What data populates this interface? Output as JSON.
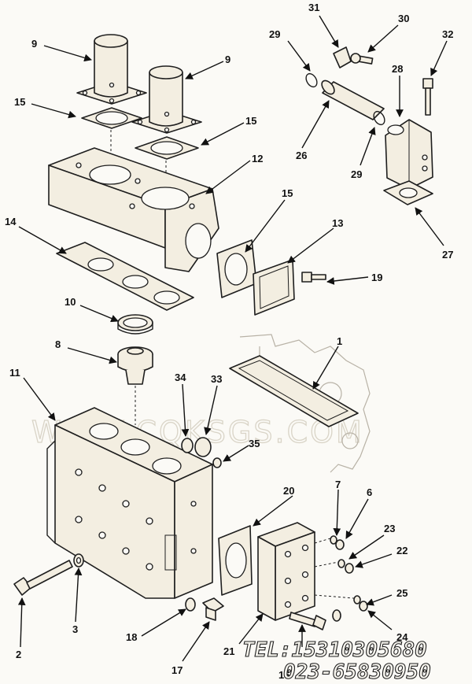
{
  "callouts": [
    "1",
    "2",
    "3",
    "6",
    "7",
    "8",
    "9",
    "9",
    "10",
    "11",
    "12",
    "13",
    "14",
    "15",
    "15",
    "15",
    "16",
    "17",
    "18",
    "19",
    "20",
    "21",
    "22",
    "23",
    "24",
    "25",
    "26",
    "27",
    "28",
    "29",
    "29",
    "30",
    "31",
    "32",
    "33",
    "34",
    "35"
  ],
  "watermark": "WWW.CQKSGS.COM",
  "contact": {
    "tel": "TEL:15310305680",
    "phone": "023-65830950"
  }
}
